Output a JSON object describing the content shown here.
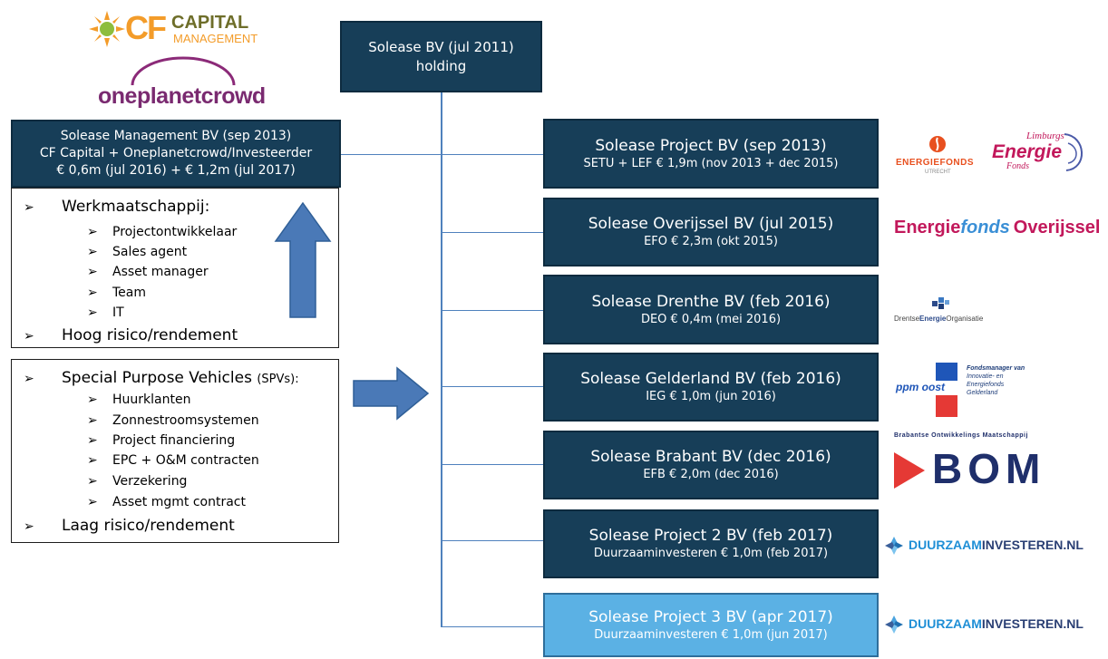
{
  "logos": {
    "cf_capital": {
      "word1": "CF",
      "word2": "CAPITAL",
      "word3": "MANAGEMENT"
    },
    "oneplanetcrowd": {
      "text": "oneplanetcrowd"
    },
    "energiefonds_utrecht": {
      "text1": "ENERGIEFONDS",
      "text2": "UTRECHT",
      "limburgs": "Limburgs",
      "energie": "Energie",
      "fonds": "Fonds"
    },
    "energiefonds_overijssel": {
      "part1": "Energie",
      "part2": "fonds",
      "part3": "Overijssel"
    },
    "drentse": {
      "part1": "Drentse",
      "part2": "Energie",
      "part3": "Organisatie"
    },
    "ppm_oost": {
      "name": "ppm oost",
      "line1": "Fondsmanager van",
      "line2": "Innovatie- en",
      "line3": "Energiefonds",
      "line4": "Gelderland"
    },
    "bom": {
      "top": "Brabantse Ontwikkelings Maatschappij",
      "name": "BOM"
    },
    "duurzaam1": {
      "part1": "DUURZAAM",
      "part2": "INVESTEREN.NL"
    },
    "duurzaam2": {
      "part1": "DUURZAAM",
      "part2": "INVESTEREN.NL"
    }
  },
  "holding": {
    "line1": "Solease BV (jul 2011)",
    "line2": "holding"
  },
  "management": {
    "line1": "Solease Management BV (sep 2013)",
    "line2": "CF Capital + Oneplanetcrowd/Investeerder",
    "line3": "€ 0,6m (jul 2016) + € 1,2m (jul 2017)"
  },
  "werk_panel": {
    "heading": "Werkmaatschappij:",
    "items": [
      "Projectontwikkelaar",
      "Sales agent",
      "Asset manager",
      "Team",
      "IT"
    ],
    "footer": "Hoog risico/rendement"
  },
  "spv_panel": {
    "heading": "Special Purpose Vehicles",
    "heading_suffix": "(SPVs):",
    "items": [
      "Huurklanten",
      "Zonnestroomsystemen",
      "Project financiering",
      "EPC + O&M contracten",
      "Verzekering",
      "Asset mgmt contract"
    ],
    "footer": "Laag risico/rendement"
  },
  "bullet": "➢",
  "subsidiaries": [
    {
      "title": "Solease Project BV (sep 2013)",
      "sub": "SETU + LEF € 1,9m (nov 2013 + dec 2015)"
    },
    {
      "title": "Solease Overijssel BV (jul 2015)",
      "sub": "EFO € 2,3m (okt 2015)"
    },
    {
      "title": "Solease Drenthe BV (feb 2016)",
      "sub": "DEO € 0,4m (mei 2016)"
    },
    {
      "title": "Solease Gelderland BV (feb 2016)",
      "sub": "IEG € 1,0m (jun 2016)"
    },
    {
      "title": "Solease Brabant BV (dec 2016)",
      "sub": "EFB € 2,0m (dec 2016)"
    },
    {
      "title": "Solease Project 2 BV (feb 2017)",
      "sub": "Duurzaaminvesteren € 1,0m (feb 2017)"
    },
    {
      "title": "Solease Project 3 BV (apr 2017)",
      "sub": "Duurzaaminvesteren € 1,0m (jun 2017)"
    }
  ],
  "colors": {
    "box_dark": "#173e58",
    "box_light": "#5bb1e4",
    "connector": "#4f81bd",
    "arrow": "#4a79b7"
  }
}
